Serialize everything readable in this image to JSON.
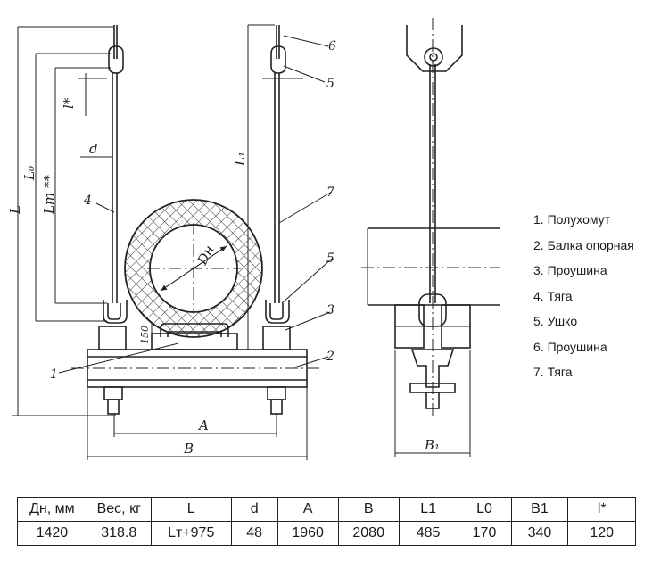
{
  "diagram": {
    "labels": {
      "callout_1": "1",
      "callout_2": "2",
      "callout_3": "3",
      "callout_4": "4",
      "callout_5a": "5",
      "callout_5b": "5",
      "callout_6": "6",
      "callout_7": "7",
      "dim_L": "L",
      "dim_L0": "L₀",
      "dim_LT": "Lт **",
      "dim_l": "l*",
      "dim_d": "d",
      "dim_L1": "L₁",
      "dim_Dn": "Dн",
      "dim_150": "150",
      "dim_A": "A",
      "dim_B": "B",
      "dim_B1": "B₁"
    }
  },
  "legend": {
    "items": [
      "1. Полухомут",
      "2. Балка опорная",
      "3. Проушина",
      "4. Тяга",
      "5. Ушко",
      "6.  Проушина",
      "7.  Тяга"
    ]
  },
  "table": {
    "headers": [
      "Дн, мм",
      "Вес, кг",
      "L",
      "d",
      "A",
      "B",
      "L1",
      "L0",
      "B1",
      "l*"
    ],
    "row": [
      "1420",
      "318.8",
      "Lт+975",
      "48",
      "1960",
      "2080",
      "485",
      "170",
      "340",
      "120"
    ]
  }
}
